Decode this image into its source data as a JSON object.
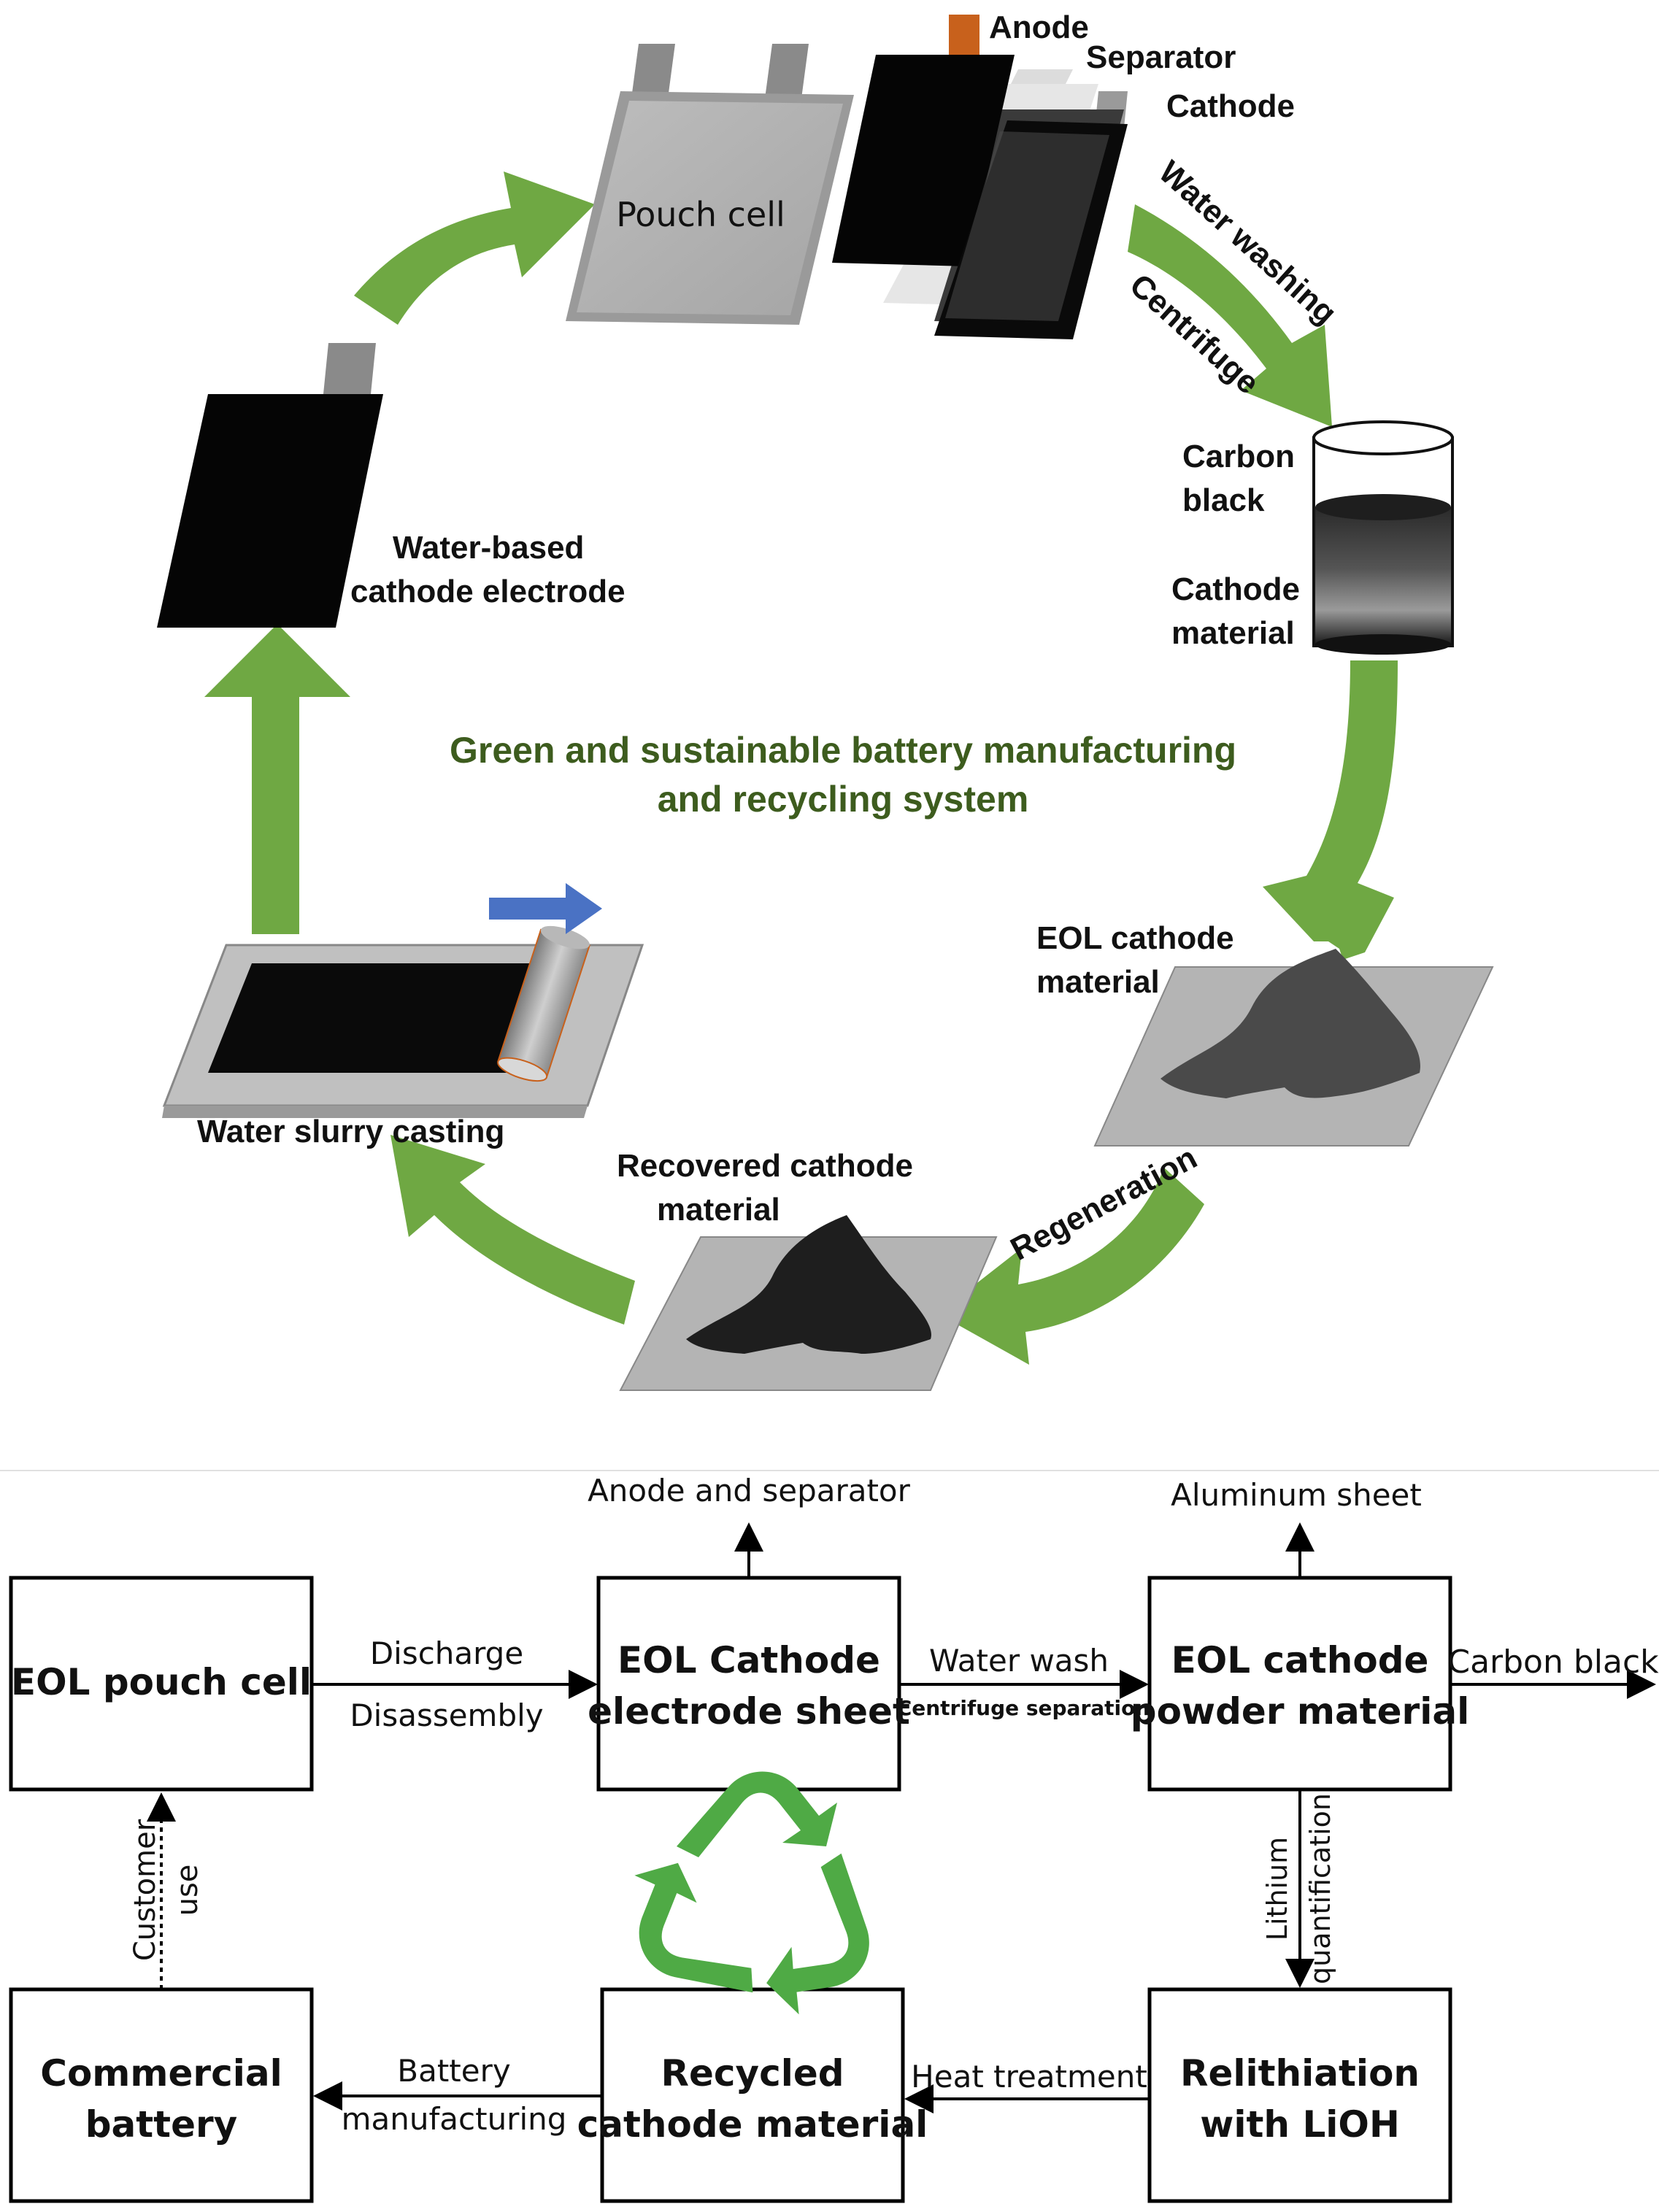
{
  "colors": {
    "green_arrow": "#6fa843",
    "title_green": "#3d5c1e",
    "anode_tab": "#c8611c",
    "blue_arrow": "#4a72c4",
    "recycle_green": "#4faa45"
  },
  "cycle": {
    "title_line1": "Green and sustainable battery manufacturing",
    "title_line2": "and recycling system",
    "pouch_cell": "Pouch cell",
    "anode": "Anode",
    "separator": "Separator",
    "cathode": "Cathode",
    "water_washing": "Water washing",
    "centrifuge": "Centrifuge",
    "carbon_black_1": "Carbon",
    "carbon_black_2": "black",
    "cathode_material_1": "Cathode",
    "cathode_material_2": "material",
    "eol_cathode_1": "EOL cathode",
    "eol_cathode_2": "material",
    "regeneration": "Regeneration",
    "recovered_1": "Recovered cathode",
    "recovered_2": "material",
    "water_slurry": "Water slurry casting",
    "water_based_1": "Water-based",
    "water_based_2": "cathode electrode"
  },
  "flow": {
    "eol_pouch_cell": "EOL pouch cell",
    "eol_cathode_sheet_1": "EOL Cathode",
    "eol_cathode_sheet_2": "electrode sheet",
    "eol_powder_1": "EOL cathode",
    "eol_powder_2": "powder material",
    "commercial_1": "Commercial",
    "commercial_2": "battery",
    "recycled_1": "Recycled",
    "recycled_2": "cathode material",
    "relithiation_1": "Relithiation",
    "relithiation_2": "with LiOH",
    "discharge": "Discharge",
    "disassembly": "Disassembly",
    "water_wash": "Water wash",
    "centrifuge_separation": "Centrifuge separation",
    "carbon_black": "Carbon black",
    "anode_and_separator": "Anode and separator",
    "aluminum_sheet": "Aluminum sheet",
    "lithium": "Lithium",
    "quantification": "quantification",
    "heat_treatment": "Heat treatment",
    "battery": "Battery",
    "manufacturing": "manufacturing",
    "customer": "Customer",
    "use": "use"
  }
}
